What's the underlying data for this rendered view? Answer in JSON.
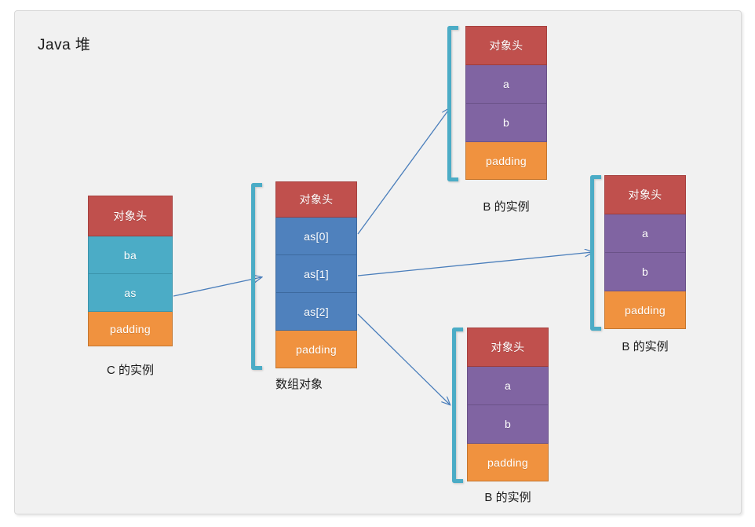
{
  "diagram": {
    "title": "Java 堆",
    "frame_bg": "#f1f1f1",
    "frame_border": "#d9d9d9"
  },
  "palette": {
    "header_red": "#c0504d",
    "teal": "#4bacc6",
    "blue": "#4f81bd",
    "purple": "#8064a2",
    "orange": "#f0923f",
    "arrow": "#4a7ebb",
    "bracket": "#4bacc6"
  },
  "objects": {
    "c_instance": {
      "label": "C 的实例",
      "cells": [
        {
          "text": "对象头",
          "color": "header"
        },
        {
          "text": "ba",
          "color": "teal"
        },
        {
          "text": "as",
          "color": "teal"
        },
        {
          "text": "padding",
          "color": "orange"
        }
      ]
    },
    "array_object": {
      "label": "数组对象",
      "cells": [
        {
          "text": "对象头",
          "color": "header"
        },
        {
          "text": "as[0]",
          "color": "blue"
        },
        {
          "text": "as[1]",
          "color": "blue"
        },
        {
          "text": "as[2]",
          "color": "blue"
        },
        {
          "text": "padding",
          "color": "orange"
        }
      ]
    },
    "b_instance_top": {
      "label": "B 的实例",
      "cells": [
        {
          "text": "对象头",
          "color": "header"
        },
        {
          "text": "a",
          "color": "purple"
        },
        {
          "text": "b",
          "color": "purple"
        },
        {
          "text": "padding",
          "color": "orange"
        }
      ]
    },
    "b_instance_right": {
      "label": "B 的实例",
      "cells": [
        {
          "text": "对象头",
          "color": "header"
        },
        {
          "text": "a",
          "color": "purple"
        },
        {
          "text": "b",
          "color": "purple"
        },
        {
          "text": "padding",
          "color": "orange"
        }
      ]
    },
    "b_instance_bottom": {
      "label": "B 的实例",
      "cells": [
        {
          "text": "对象头",
          "color": "header"
        },
        {
          "text": "a",
          "color": "purple"
        },
        {
          "text": "b",
          "color": "purple"
        },
        {
          "text": "padding",
          "color": "orange"
        }
      ]
    }
  },
  "references": [
    {
      "from": "c_instance.as",
      "to": "array_object"
    },
    {
      "from": "array_object.as[0]",
      "to": "b_instance_top"
    },
    {
      "from": "array_object.as[1]",
      "to": "b_instance_right"
    },
    {
      "from": "array_object.as[2]",
      "to": "b_instance_bottom"
    }
  ]
}
